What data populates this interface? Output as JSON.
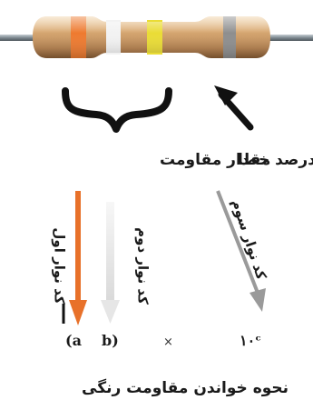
{
  "labels": {
    "resistance_value": "مقدار مقاومت",
    "tolerance_percent": "درصد خطا",
    "band1_code": "کد نوار اول",
    "band2_code": "کد نوار دوم",
    "band3_code": "کد نوار سوم",
    "caption": "نحوه خواندن مقاومت رنگی"
  },
  "formula": {
    "a": "(a",
    "b": "b)",
    "times": "×",
    "ten": "۱۰ᶜ"
  },
  "colors": {
    "resistor_body": "#d5a572",
    "band1": "#ee7a2f",
    "band2": "#f2f2f2",
    "band3": "#eadc35",
    "tolerance_band": "#8e8e8e",
    "lead": "#7f8a91",
    "arrow_band1": "#e8712a",
    "arrow_band2": "#e9e9e9",
    "arrow_band3": "#9a9a9a"
  }
}
